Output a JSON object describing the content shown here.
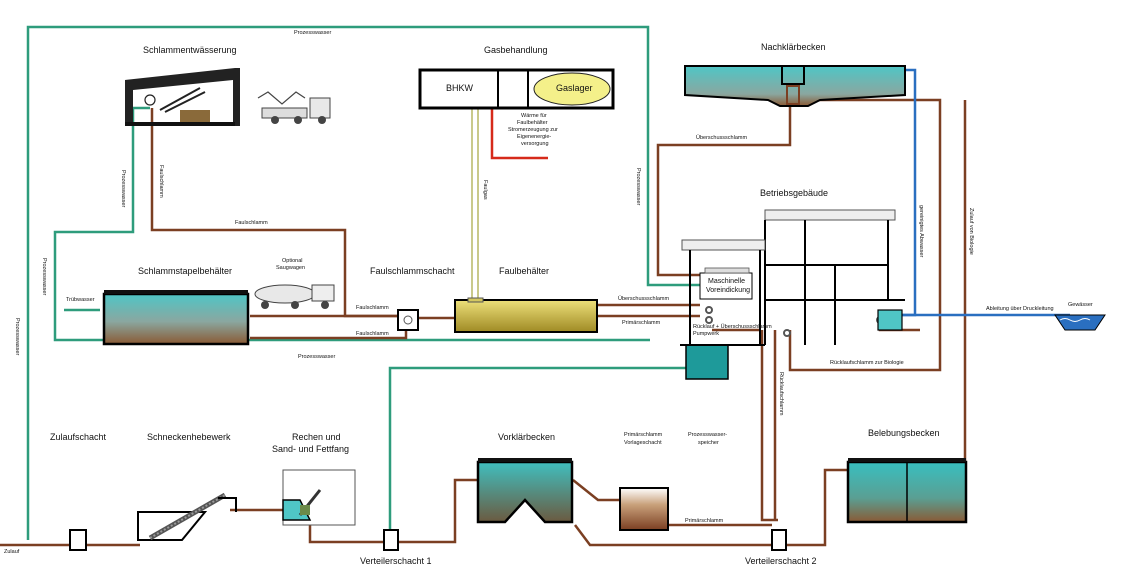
{
  "titles": {
    "schlammentwaesserung": "Schlammentwässerung",
    "gasbehandlung": "Gasbehandlung",
    "nachklaerbecken": "Nachklärbecken",
    "betriebsgebaeude": "Betriebsgebäude",
    "schlammstapelbehaelter": "Schlammstapelbehälter",
    "faulschlammschacht": "Faulschlammschacht",
    "faulbehaelter": "Faulbehälter",
    "zulaufschacht": "Zulaufschacht",
    "schneckenhebewerk": "Schneckenhebewerk",
    "rechen_line1": "Rechen und",
    "rechen_line2": "Sand- und Fettfang",
    "vorklaerbecken": "Vorklärbecken",
    "belebungsbecken": "Belebungsbecken",
    "primaerschlamm_vorlage_line1": "Primärschlamm",
    "primaerschlamm_vorlage_line2": "Vorlageschacht",
    "prozesswasserspeicher_line1": "Prozesswasser-",
    "prozesswasserspeicher_line2": "speicher",
    "verteilerschacht1": "Verteilerschacht 1",
    "verteilerschacht2": "Verteilerschacht 2",
    "gewaesser": "Gewässer"
  },
  "inbox": {
    "bhkw": "BHKW",
    "gaslager": "Gaslager",
    "maschinelle_line1": "Maschinelle",
    "maschinelle_line2": "Voreindickung"
  },
  "notes": {
    "waerme_line1": "Wärme für",
    "waerme_line2": "Faulbehälter",
    "waerme_line3": "Stromerzeugung zur",
    "waerme_line4": "Eigenenergie-",
    "waerme_line5": "versorgung",
    "optional_line1": "Optional",
    "optional_line2": "Saugwagen"
  },
  "flows": {
    "prozesswasser_top": "Prozesswasser",
    "prozesswasser_left_outer": "Prozesswasser",
    "prozesswasser_left_inner": "Prozesswasser",
    "prozesswasser_entwaesserung": "Prozesswasser",
    "prozesswasser_right": "Prozesswasser",
    "prozesswasser_bottom": "Prozesswasser",
    "faulschlamm_vert": "Faulschlamm",
    "faulschlamm_horiz": "Faulschlamm",
    "faulschlamm_upper": "Faulschlamm",
    "faulschlamm_lower": "Faulschlamm",
    "truebwasser": "Trübwasser",
    "faulgas": "Faulgas",
    "ueberschussschlamm_top": "Überschussschlamm",
    "ueberschussschlamm_mid": "Überschussschlamm",
    "primaerschlamm_mid": "Primärschlamm",
    "ruecklauf_line1": "Rücklauf + Überschussschlamm",
    "ruecklauf_line2": "Pumpwerk",
    "ruecklaufschlamm_biologie": "Rücklaufschlamm zur Biologie",
    "ruecklaufschlamm_vert": "Rücklaufschlamm",
    "gereinigtes_abwasser": "gereinigtes Abwasser",
    "zulauf_von_biologie": "Zulauf von Biologie",
    "ableitung": "Ableitung über Druckleitung",
    "primaerschlamm_bottom": "Primärschlamm",
    "zulauf": "Zulauf"
  },
  "colors": {
    "sludge": "#7b3f22",
    "water": "#2e9c7c",
    "clean_water": "#2a6fc0",
    "gas": "#c9c98a",
    "energy": "#d62a1a",
    "digester": "#c8b43c",
    "gas_store": "#f4f08a"
  }
}
